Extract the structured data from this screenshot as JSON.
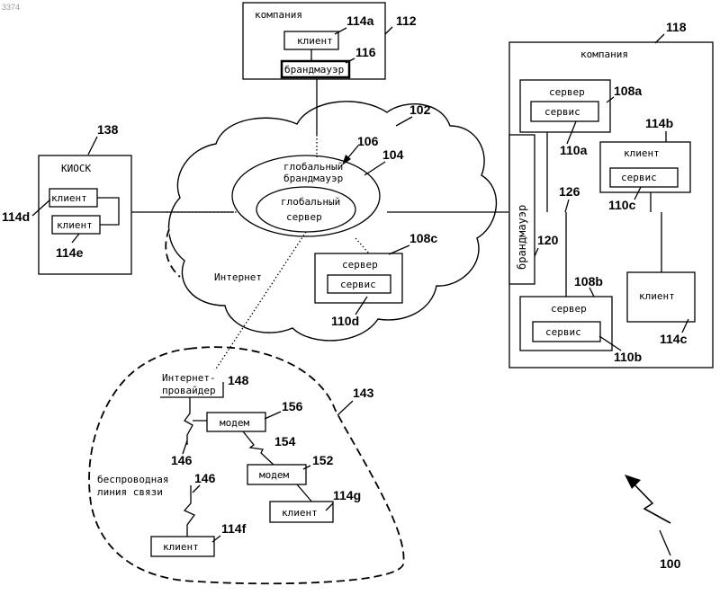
{
  "corner_code": "3374",
  "labels": {
    "company_top": "компания",
    "client_114a": "клиент",
    "firewall_116": "брандмауэр",
    "kiosk": "КИОСК",
    "client_114d": "клиент",
    "client_114e": "клиент",
    "global_firewall_line1": "глобальный",
    "global_firewall_line2": "брандмауэр",
    "global_server_line1": "глобальный",
    "global_server_line2": "сервер",
    "internet": "Интернет",
    "server_108c": "сервер",
    "service_110d": "сервис",
    "company_right": "компания",
    "server_108a": "сервер",
    "service_110a": "сервис",
    "client_114b": "клиент",
    "service_110c": "сервис",
    "firewall_120": "брандмауэр",
    "server_108b": "сервер",
    "service_110b": "сервис",
    "client_114c": "клиент",
    "isp_line1": "Интернет-",
    "isp_line2": "провайдер",
    "modem_156": "модем",
    "modem_152": "модем",
    "client_114g": "клиент",
    "wireless_line1": "беспроводная",
    "wireless_line2": "линия связи",
    "client_114f": "клиент"
  },
  "refs": {
    "r112": "112",
    "r114a": "114a",
    "r116": "116",
    "r138": "138",
    "r114d": "114d",
    "r114e": "114e",
    "r102": "102",
    "r106": "106",
    "r104": "104",
    "r108c": "108c",
    "r110d": "110d",
    "r118": "118",
    "r108a": "108a",
    "r110a": "110a",
    "r114b": "114b",
    "r110c": "110c",
    "r126": "126",
    "r120": "120",
    "r108b": "108b",
    "r110b": "110b",
    "r114c": "114c",
    "r148": "148",
    "r143": "143",
    "r156": "156",
    "r154": "154",
    "r152": "152",
    "r146a": "146",
    "r146b": "146",
    "r114g": "114g",
    "r114f": "114f",
    "r100": "100"
  }
}
